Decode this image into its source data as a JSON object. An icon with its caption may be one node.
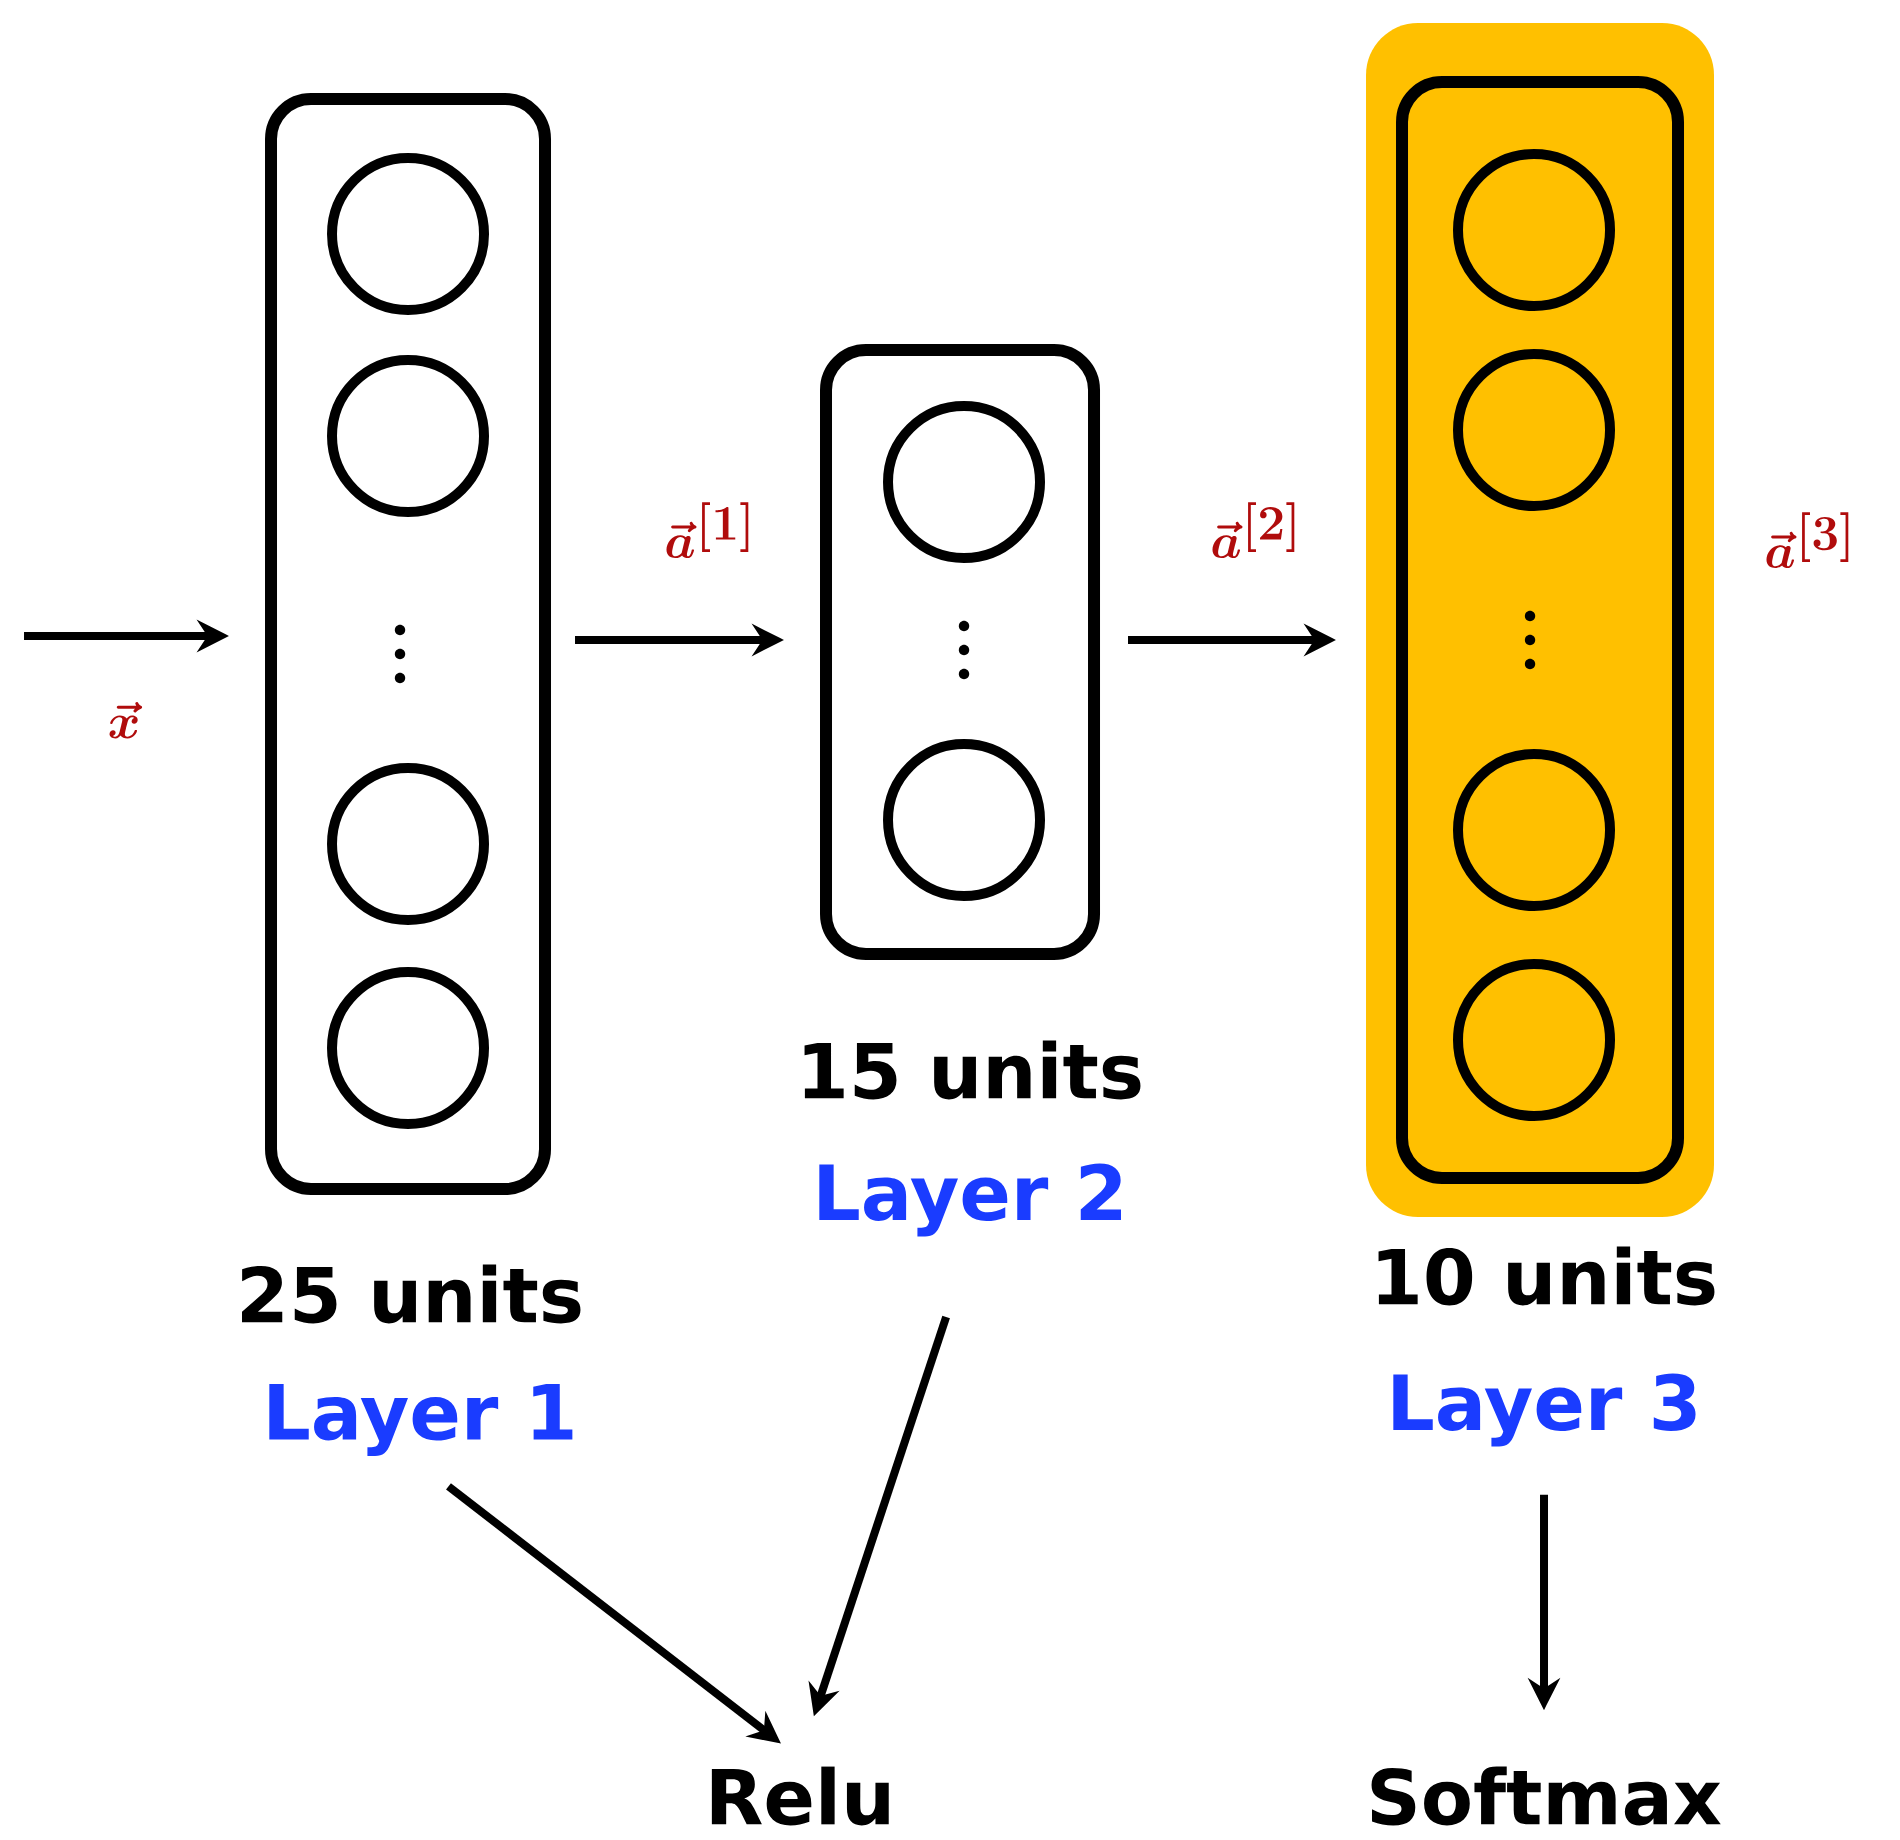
{
  "diagram": {
    "nodes": [
      {
        "text": [],
        "shape": "box",
        "beside": [
          "25 units"
        ]
      },
      {
        "text": [],
        "shape": "circle",
        "in": 0
      },
      {
        "text": [],
        "shape": "circle",
        "in": 0
      },
      {
        "text": [],
        "shape": "circle",
        "in": 0
      },
      {
        "text": [],
        "shape": "circle",
        "in": 0
      },
      {
        "text": [],
        "shape": "box",
        "beside": [
          "15 units"
        ]
      },
      {
        "text": [],
        "shape": "circle",
        "in": 5
      },
      {
        "text": [],
        "shape": "circle",
        "in": 5
      },
      {
        "text": [],
        "shape": "box",
        "beside": [
          "10 units"
        ]
      },
      {
        "text": [],
        "shape": "circle",
        "in": 8
      },
      {
        "text": [],
        "shape": "circle",
        "in": 8
      },
      {
        "text": [],
        "shape": "circle",
        "in": 8
      },
      {
        "text": [],
        "shape": "circle",
        "in": 8
      },
      {
        "text": [
          "Layer 1"
        ]
      },
      {
        "text": [
          "Layer 2"
        ]
      },
      {
        "text": [
          "Layer 3"
        ]
      },
      {
        "text": [
          "Relu"
        ]
      },
      {
        "text": [
          "Softmax"
        ]
      }
    ],
    "edges": [
      {
        "from": null,
        "to": 0,
        "arrow": "to",
        "label": "\\boldsymbol{\\vec{x}}"
      },
      {
        "from": 0,
        "to": 5,
        "arrow": "to",
        "label": "\\boldsymbol{\\vec{a}^{[1]}}"
      },
      {
        "from": 5,
        "to": 8,
        "arrow": "to",
        "label": "\\boldsymbol{\\vec{a}^{[2]}}"
      },
      {
        "from": 13,
        "to": 16,
        "arrow": "to"
      },
      {
        "from": 14,
        "to": 16,
        "arrow": "to"
      },
      {
        "from": 15,
        "to": 17,
        "arrow": "to"
      }
    ],
    "labels": [
      "\\boldsymbol{\\vec{a}^{[3]}}"
    ]
  }
}
